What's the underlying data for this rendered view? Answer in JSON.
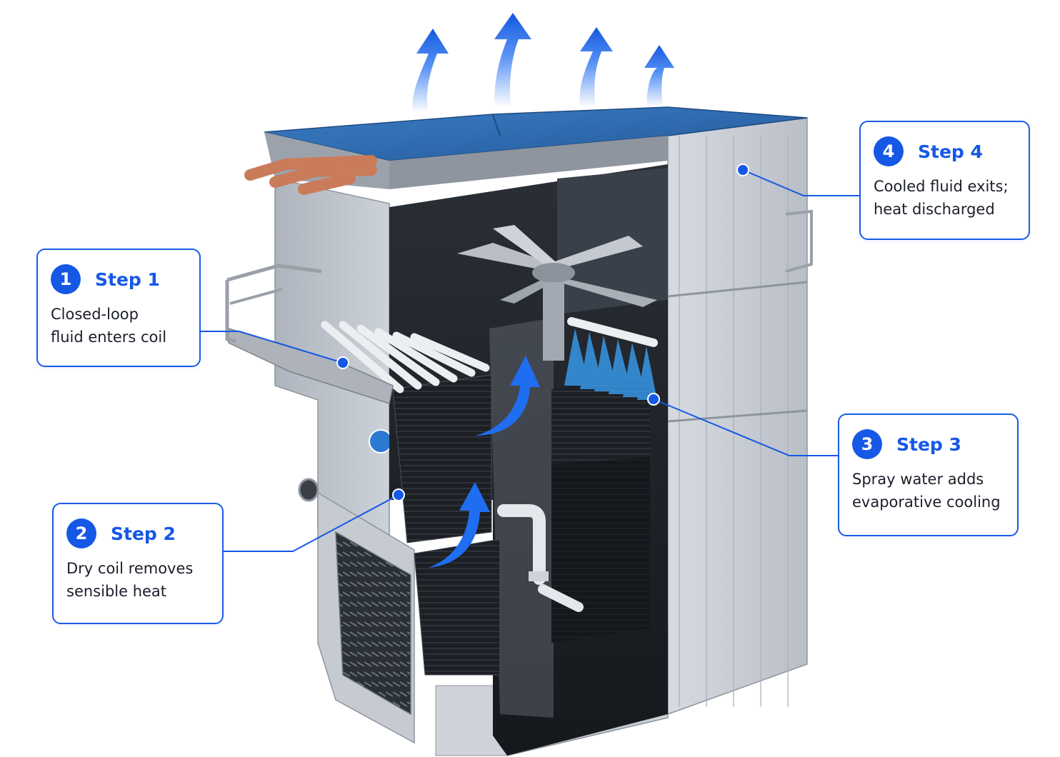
{
  "callouts": [
    {
      "number": "1",
      "title": "Step 1",
      "description": "Closed-loop\nfluid enters coil"
    },
    {
      "number": "2",
      "title": "Step 2",
      "description": "Dry coil removes\nsensible heat"
    },
    {
      "number": "3",
      "title": "Step 3",
      "description": "Spray water adds\nevaporative cooling"
    },
    {
      "number": "4",
      "title": "Step 4",
      "description": "Cooled fluid exits;\nheat discharged"
    }
  ],
  "colors": {
    "accent": "#1658e6",
    "roof": "#2f6db3",
    "steel": "#c9ced6",
    "fill_media": "#1c1f24",
    "copper": "#c97b5a",
    "spray": "#3aa6ff"
  }
}
